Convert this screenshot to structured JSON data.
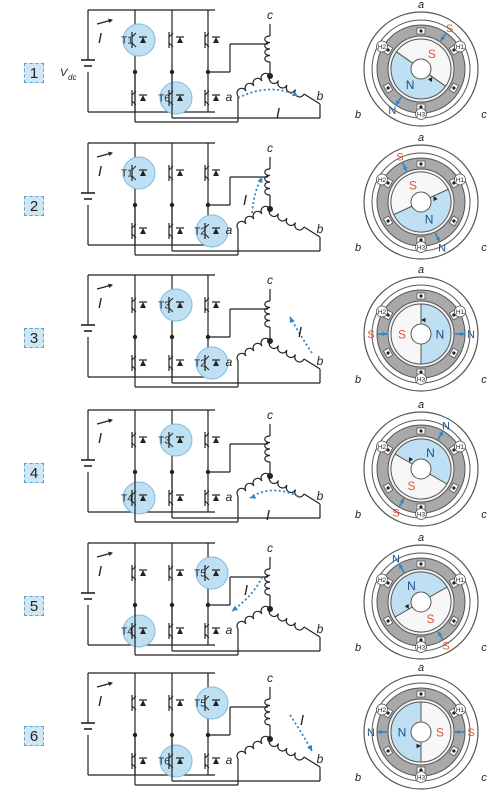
{
  "source_label": "V",
  "source_subscript": "dc",
  "current_symbol": "I",
  "phases": [
    "a",
    "b",
    "c"
  ],
  "hall_labels": [
    "H1",
    "H2",
    "H3"
  ],
  "pole_north": "N",
  "pole_south": "S",
  "colors": {
    "blue": "#2f86c6",
    "highlight": "#bfe0f2",
    "red": "#e2552d",
    "grey": "#a9a9a9",
    "line": "#222222"
  },
  "steps": [
    {
      "n": "1",
      "switches": [
        "T1",
        "T6"
      ],
      "rotor_deg": -35,
      "current_path": "a to b"
    },
    {
      "n": "2",
      "switches": [
        "T1",
        "T2"
      ],
      "rotor_deg": 25,
      "current_path": "a to c"
    },
    {
      "n": "3",
      "switches": [
        "T3",
        "T2"
      ],
      "rotor_deg": 90,
      "current_path": "b to c"
    },
    {
      "n": "4",
      "switches": [
        "T3",
        "T4"
      ],
      "rotor_deg": 150,
      "current_path": "b to a"
    },
    {
      "n": "5",
      "switches": [
        "T5",
        "T4"
      ],
      "rotor_deg": 210,
      "current_path": "c to a"
    },
    {
      "n": "6",
      "switches": [
        "T5",
        "T6"
      ],
      "rotor_deg": 270,
      "current_path": "c to b"
    }
  ]
}
